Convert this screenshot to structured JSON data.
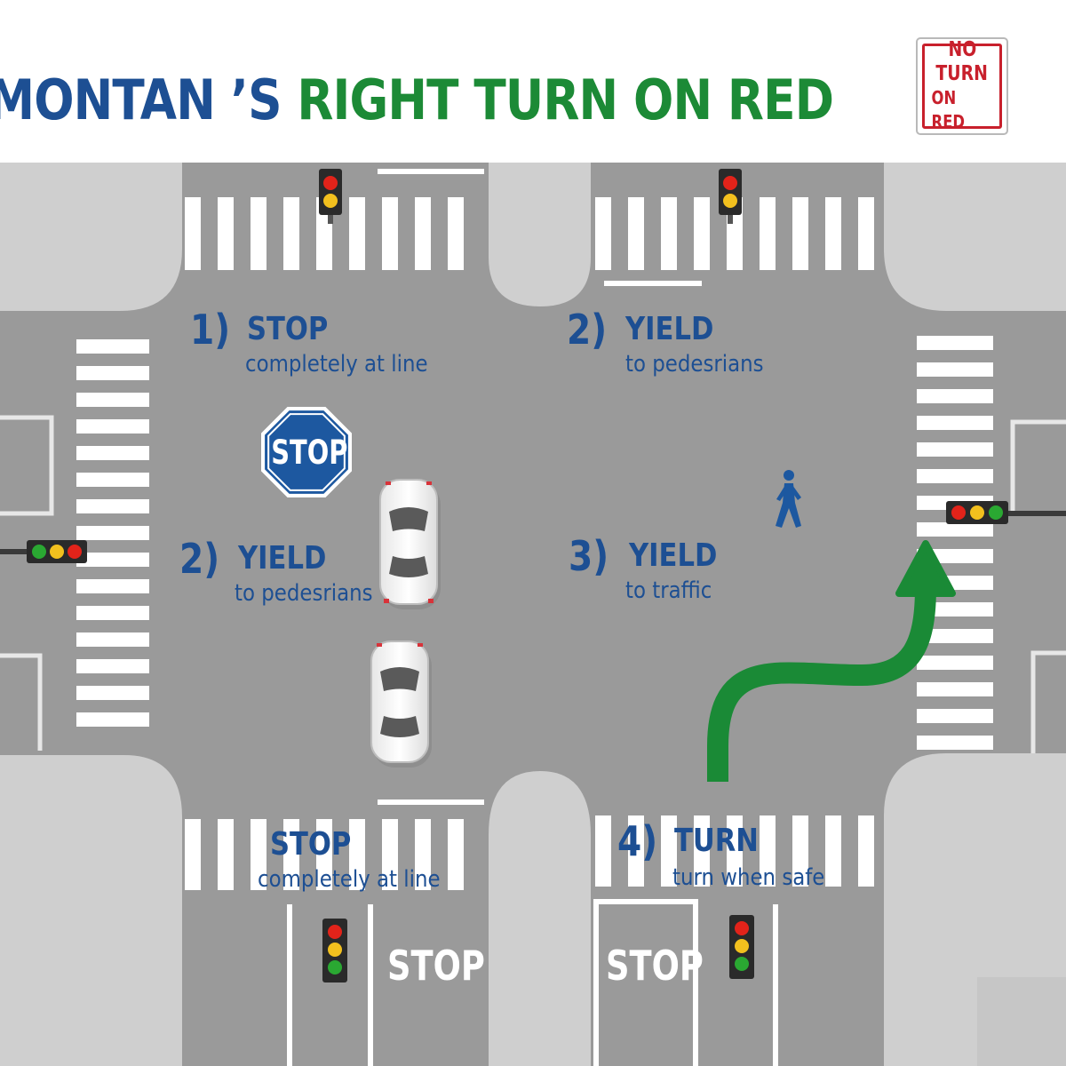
{
  "header": {
    "title_part1": "MONTAN ’S",
    "title_part2": "RIGHT TURN ON RED"
  },
  "sign": {
    "line1": "NO",
    "line2": "TURN",
    "line3": "ON RED"
  },
  "stop_sign": {
    "text": "STOP"
  },
  "steps": [
    {
      "num": "1)",
      "head": "STOP",
      "sub": "completely at line"
    },
    {
      "num": "2)",
      "head": "YIELD",
      "sub": "to pedesrians"
    },
    {
      "num": "2)",
      "head": "YIELD",
      "sub": "to pedesrians"
    },
    {
      "num": "3)",
      "head": "YIELD",
      "sub": "to traffic"
    },
    {
      "num": "",
      "head": "STOP",
      "sub": "completely at line"
    },
    {
      "num": "4)",
      "head": "TURN",
      "sub": "turn when safe"
    }
  ],
  "road_words": [
    "STOP",
    "STOP"
  ],
  "colors": {
    "title_blue": "#1d4f93",
    "title_green": "#1c8a36",
    "asphalt": "#999999",
    "sidewalk": "#cfcfcf",
    "arrow_green": "#1a8a36",
    "sign_red": "#c8202c",
    "stop_blue": "#1d58a0"
  },
  "icons": [
    "traffic-light-icon",
    "car-icon",
    "pedestrian-icon",
    "turn-arrow-icon",
    "stop-sign-icon"
  ]
}
